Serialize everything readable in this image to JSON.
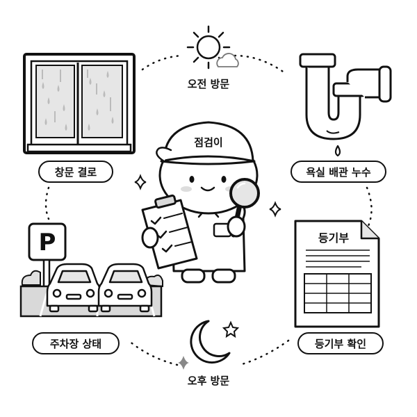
{
  "labels": {
    "morning_visit": "오전 방문",
    "window_condensation": "창문 결로",
    "bathroom_pipe_leak": "욕실 배관 누수",
    "parking_status": "주차장 상태",
    "registry_check": "등기부 확인",
    "afternoon_visit": "오후 방문"
  },
  "cap_text": "점검이",
  "registry_doc_title": "등기부",
  "parking_sign": "P",
  "colors": {
    "stroke": "#111111",
    "fill_gray": "#d9d9d9",
    "background": "#ffffff"
  }
}
